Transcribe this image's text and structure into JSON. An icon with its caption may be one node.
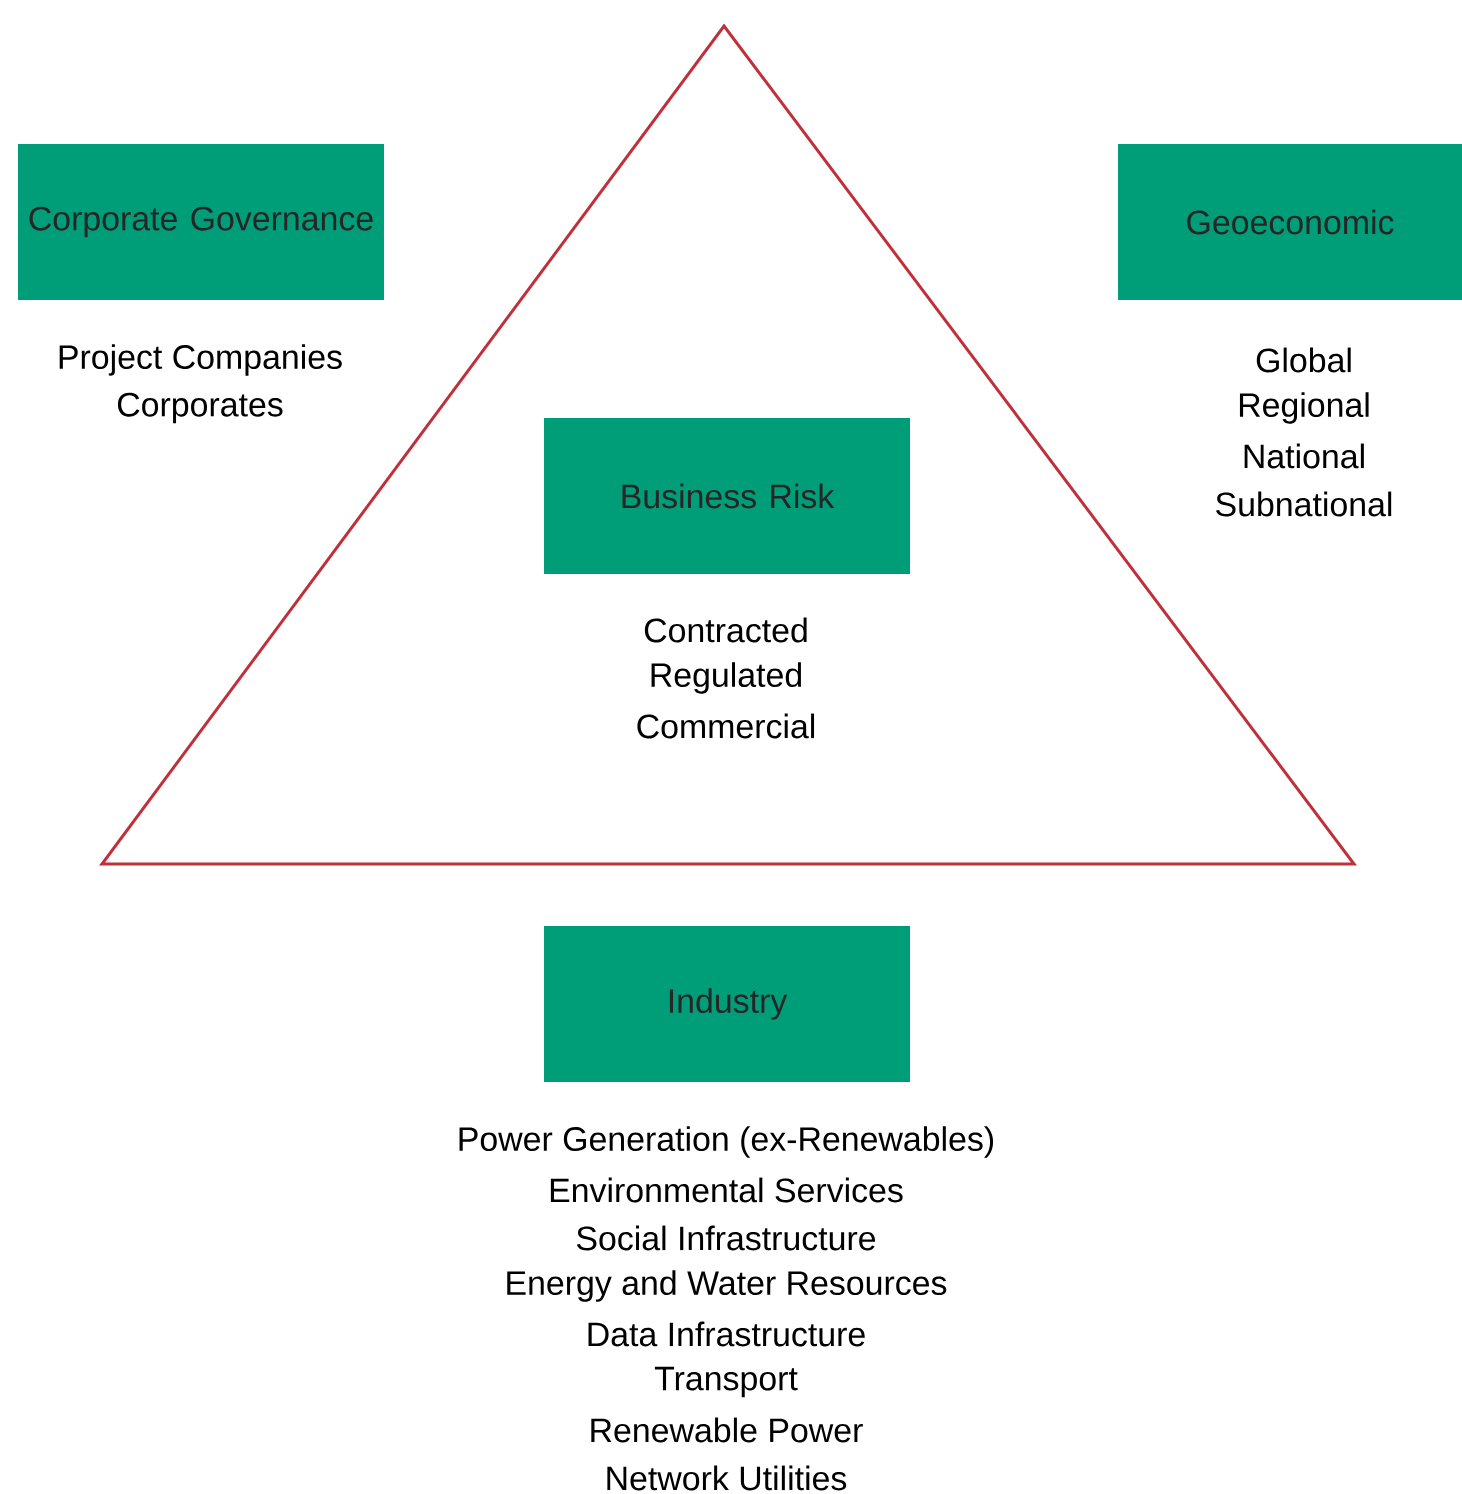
{
  "diagram": {
    "nodes": [
      {
        "text": [
          "Corporate Governance"
        ],
        "beside": [
          "Project Companies",
          "Corporates"
        ]
      },
      {
        "text": [
          "Geoeconomic"
        ],
        "beside": [
          "Global",
          "Regional",
          "National",
          "Subnational"
        ]
      },
      {
        "text": [
          "Business Risk"
        ],
        "beside": [
          "Contracted",
          "Regulated",
          "Commercial"
        ]
      },
      {
        "text": [
          "Industry"
        ],
        "beside": [
          "Power Generation (ex-Renewables)",
          "Environmental Services",
          "Social Infrastructure",
          "Energy and Water Resources",
          "Data Infrastructure",
          "Transport",
          "Renewable Power",
          "Network Utilities"
        ]
      }
    ]
  }
}
